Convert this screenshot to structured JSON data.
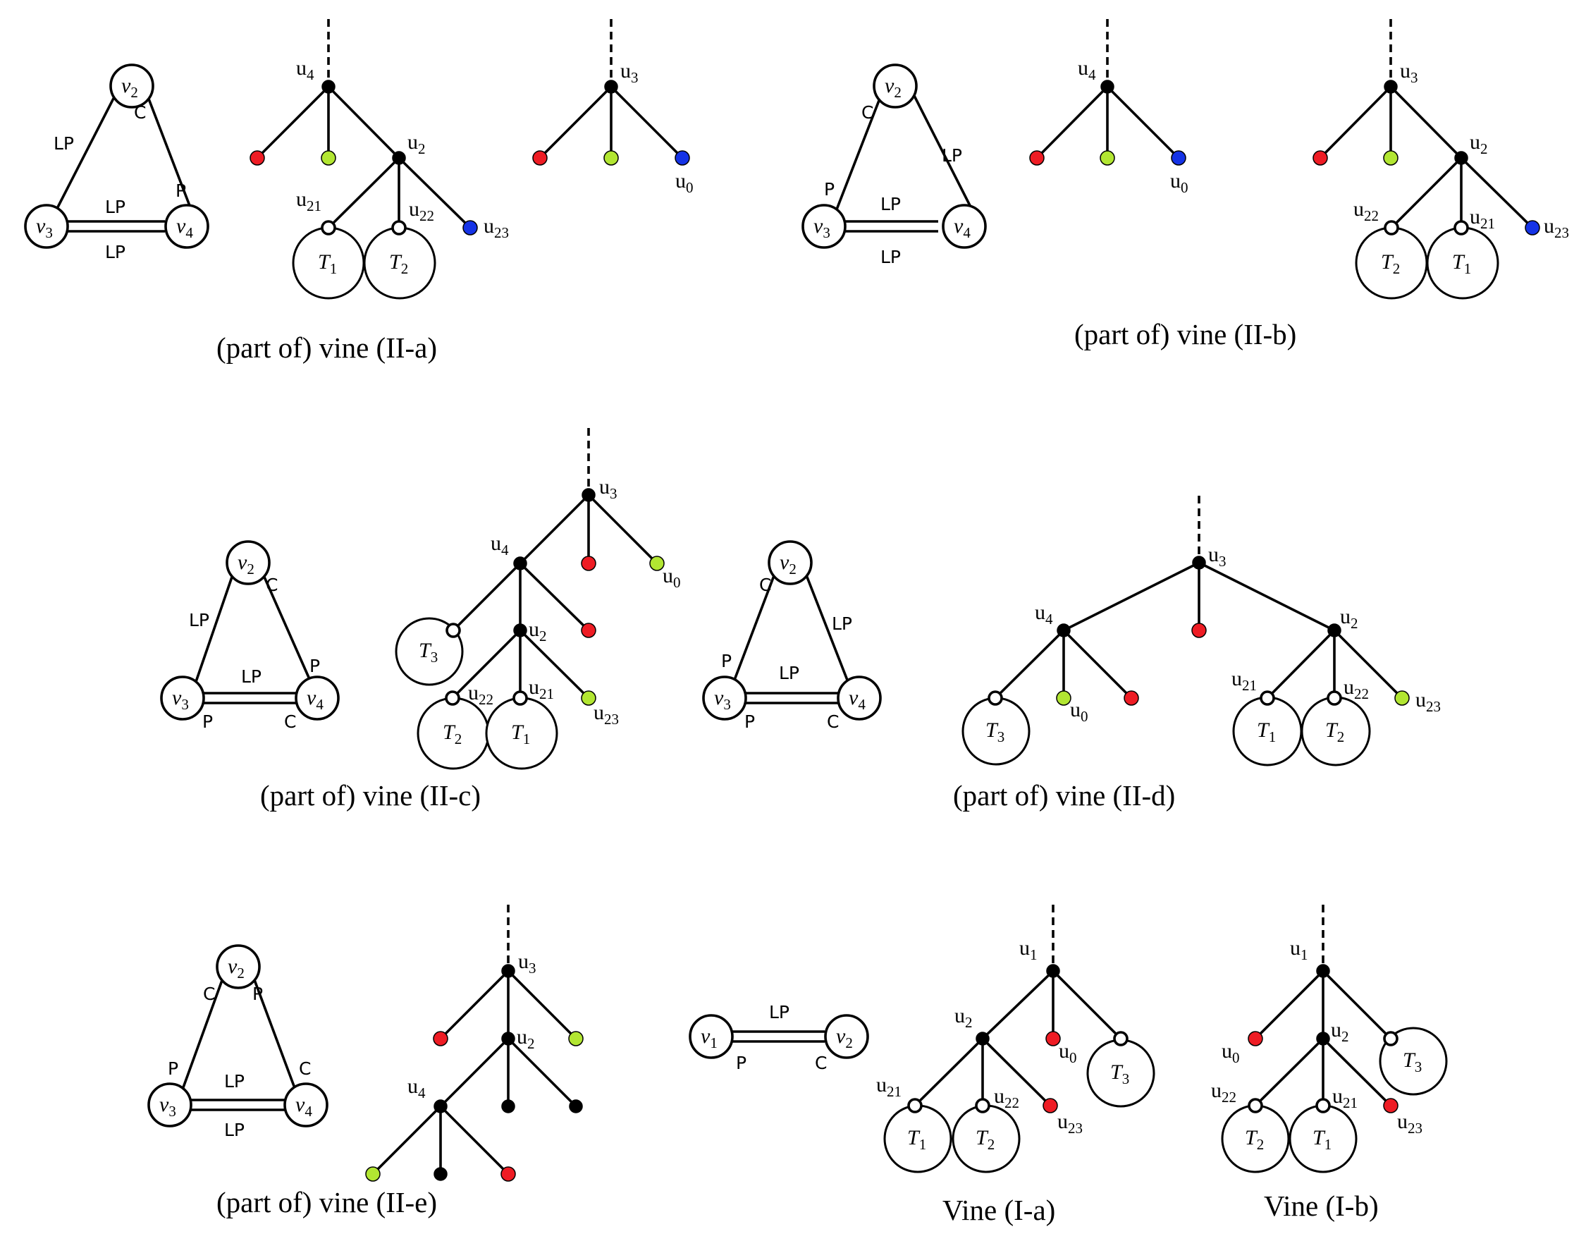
{
  "colors": {
    "red": "#ee1c24",
    "green": "#b2e632",
    "blue": "#1533e6",
    "black": "#000000"
  },
  "captions": {
    "IIa": "(part of) vine (II-a)",
    "IIb": "(part of) vine (II-b)",
    "IIc": "(part of) vine (II-c)",
    "IId": "(part of) vine (II-d)",
    "IIe": "(part of) vine (II-e)",
    "Ia": "Vine (I-a)",
    "Ib": "Vine (I-b)"
  },
  "edge_labels": {
    "LP": "LP",
    "C": "C",
    "P": "P"
  },
  "vertex_labels": {
    "v1": {
      "base": "v",
      "sub": "1"
    },
    "v2": {
      "base": "v",
      "sub": "2"
    },
    "v3": {
      "base": "v",
      "sub": "3"
    },
    "v4": {
      "base": "v",
      "sub": "4"
    }
  },
  "node_labels": {
    "u0": {
      "base": "u",
      "sub": "0"
    },
    "u1": {
      "base": "u",
      "sub": "1"
    },
    "u2": {
      "base": "u",
      "sub": "2"
    },
    "u3": {
      "base": "u",
      "sub": "3"
    },
    "u4": {
      "base": "u",
      "sub": "4"
    },
    "u21": {
      "base": "u",
      "sub": "21"
    },
    "u22": {
      "base": "u",
      "sub": "22"
    },
    "u23": {
      "base": "u",
      "sub": "23"
    }
  },
  "subtree_labels": {
    "T1": {
      "base": "T",
      "sub": "1"
    },
    "T2": {
      "base": "T",
      "sub": "2"
    },
    "T3": {
      "base": "T",
      "sub": "3"
    }
  }
}
